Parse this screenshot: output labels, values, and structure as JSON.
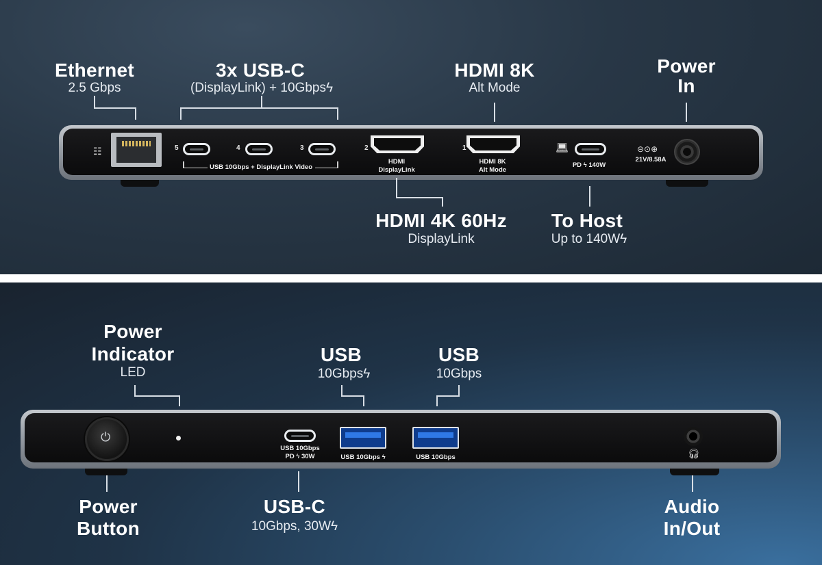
{
  "top": {
    "ethernet": {
      "title": "Ethernet",
      "sub": "2.5 Gbps"
    },
    "usbc3x": {
      "title": "3x USB-C",
      "sub": "(DisplayLink) + 10Gbpsϟ"
    },
    "hdmi8k": {
      "title": "HDMI 8K",
      "sub": "Alt Mode"
    },
    "power_in": {
      "title1": "Power",
      "title2": "In"
    },
    "hdmi4k": {
      "title": "HDMI 4K 60Hz",
      "sub": "DisplayLink"
    },
    "to_host": {
      "title": "To Host",
      "sub": "Up to 140Wϟ"
    },
    "device": {
      "usb_group_label": "USB 10Gbps + DisplayLink Video",
      "port_numbers": [
        "5",
        "4",
        "3",
        "2",
        "1"
      ],
      "hdmi2_label1": "HDMI",
      "hdmi2_label2": "DisplayLink",
      "hdmi1_label1": "HDMI 8K",
      "hdmi1_label2": "Alt Mode",
      "pd_label": "PD ϟ 140W",
      "dc_label": "21V/8.58A"
    }
  },
  "bottom": {
    "power_indicator": {
      "title1": "Power",
      "title2": "Indicator",
      "sub": "LED"
    },
    "usb_a_1": {
      "title": "USB",
      "sub": "10Gbpsϟ"
    },
    "usb_a_2": {
      "title": "USB",
      "sub": "10Gbps"
    },
    "power_button": {
      "title1": "Power",
      "title2": "Button"
    },
    "usb_c": {
      "title": "USB-C",
      "sub": "10Gbps, 30Wϟ"
    },
    "audio": {
      "title1": "Audio",
      "title2": "In/Out"
    },
    "device": {
      "usbc_label1": "USB 10Gbps",
      "usbc_label2": "PD ϟ 30W",
      "usba1_label": "USB 10Gbps ϟ",
      "usba2_label": "USB 10Gbps"
    }
  }
}
